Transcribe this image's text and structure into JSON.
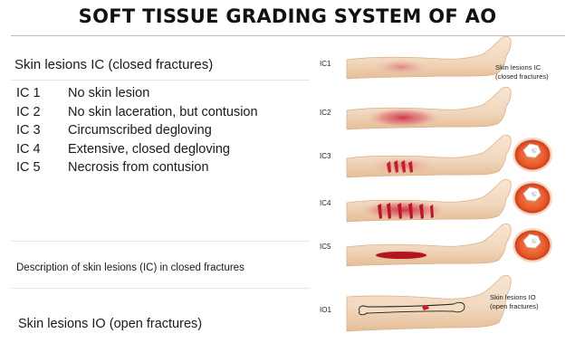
{
  "title": "SOFT TISSUE GRADING SYSTEM OF AO",
  "ic_heading": "Skin lesions IC (closed fractures)",
  "grades": [
    {
      "code": "IC 1",
      "text": "No skin lesion"
    },
    {
      "code": "IC 2",
      "text": "No skin laceration, but contusion"
    },
    {
      "code": "IC 3",
      "text": "Circumscribed degloving"
    },
    {
      "code": "IC 4",
      "text": "Extensive, closed degloving"
    },
    {
      "code": "IC 5",
      "text": "Necrosis from contusion"
    }
  ],
  "description": "Description of skin lesions (IC) in closed fractures",
  "io_heading": "Skin lesions IO (open fractures)",
  "figure": {
    "labels": [
      "IC1",
      "IC2",
      "IC3",
      "IC4",
      "IC5",
      "IO1"
    ],
    "ic_caption_line1": "Skin lesions IC",
    "ic_caption_line2": "(closed fractures)",
    "io_caption_line1": "Skin lesions IO",
    "io_caption_line2": "(open fractures)"
  },
  "colors": {
    "skin": "#f4ddc4",
    "skin_edge": "#e0b48e",
    "lesion": "#c81e2a",
    "bruise": "#d9505a",
    "cross_section": "#ea5b2c"
  }
}
